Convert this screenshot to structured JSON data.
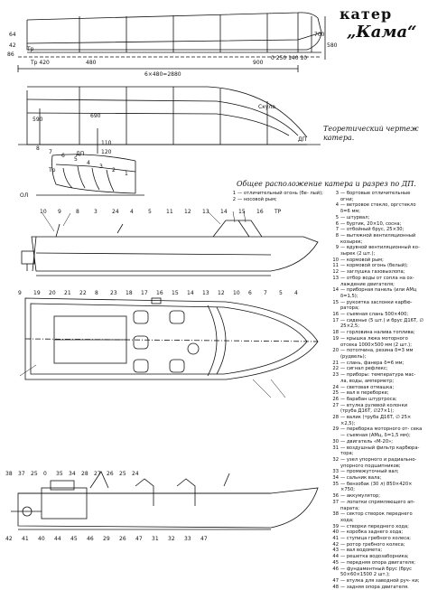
{
  "title": {
    "line1": "катер",
    "line2": "„Кама“"
  },
  "captions": {
    "theoretical": "Теоретический чертеж катера.",
    "general": "Общее расположение катера и разрез по ДП."
  },
  "dimensions": {
    "tr_420": "Тр 420",
    "d480": "480",
    "tr": "Тр",
    "d900": "900",
    "span": "6×480=2880",
    "lines_top_right": "0 250 140 10",
    "d_left": "86",
    "sec_64": "64",
    "sec_42": "42",
    "stern_vertical": "700",
    "bow_vertical": "580",
    "bow_hline": "Скула",
    "base_mark": "ДП",
    "sect_590": "590",
    "sect_690": "690",
    "sect_ddp": "ДП",
    "sect_110": "110",
    "sect_120": "120",
    "ol": "ОЛ",
    "dp_small": "ДП",
    "tr_small": "Тр"
  },
  "markers": {
    "body_plan": [
      "8",
      "7",
      "6",
      "5",
      "4",
      "3",
      "2",
      "1"
    ],
    "side_view": [
      "10",
      "9",
      "8",
      "3",
      "24",
      "4",
      "5",
      "11",
      "12",
      "13",
      "14",
      "15",
      "16",
      "ТР"
    ],
    "plan_view": [
      "9",
      "19",
      "20",
      "21",
      "22",
      "8",
      "23",
      "18",
      "17",
      "16",
      "15",
      "14",
      "13",
      "12",
      "10",
      "6",
      "7",
      "5",
      "4"
    ],
    "section_top": [
      "38",
      "37",
      "25",
      "0",
      "35",
      "34",
      "28",
      "27",
      "26",
      "25",
      "24"
    ],
    "section_bottom": [
      "42",
      "41",
      "40",
      "44",
      "45",
      "46",
      "29",
      "26",
      "47",
      "31",
      "32",
      "33",
      "47"
    ]
  },
  "legend_left": [
    {
      "n": "1",
      "t": "— отличительный огонь (бе- лый);"
    },
    {
      "n": "2",
      "t": "— носовой рым;"
    }
  ],
  "legend_right": [
    {
      "n": "3",
      "t": "— бортовые отличительные огни;"
    },
    {
      "n": "4",
      "t": "— ветровое стекло, оргстекло δ=6 мм;"
    },
    {
      "n": "5",
      "t": "— штурвал;"
    },
    {
      "n": "6",
      "t": "— буртик, 20×10, сосна;"
    },
    {
      "n": "7",
      "t": "— отбойный брус, 25×30;"
    },
    {
      "n": "8",
      "t": "— вытяжной вентиляционный козырек;"
    },
    {
      "n": "9",
      "t": "— вдувной вентиляционный ко- зырек (2 шт.);"
    },
    {
      "n": "10",
      "t": "— кормовой рым;"
    },
    {
      "n": "11",
      "t": "— кормовой огонь (белый);"
    },
    {
      "n": "12",
      "t": "— заглушка газовыхлопа;"
    },
    {
      "n": "13",
      "t": "— отбор воды от сопла на ох- лаждение двигателя;"
    },
    {
      "n": "14",
      "t": "— приборная панель (или АМц δ=1,5);"
    },
    {
      "n": "15",
      "t": "— рукоятка заслонки карбю- ратора;"
    },
    {
      "n": "16",
      "t": "— съемная слань 500×400;"
    },
    {
      "n": "17",
      "t": "— сиденье (5 шт.) и брус Д16Т, ∅ 25×2,5;"
    },
    {
      "n": "18",
      "t": "— горловина налива топлива;"
    },
    {
      "n": "19",
      "t": "— крышка люка моторного отсека 1000×500 мм (2 шт.);"
    },
    {
      "n": "20",
      "t": "— потопчина, резина δ=3 мм (рудвель);"
    },
    {
      "n": "21",
      "t": "— слань, фанера δ=6 мм;"
    },
    {
      "n": "22",
      "t": "— сигнал рефлекс;"
    },
    {
      "n": "23",
      "t": "— приборы: температура мас- ла, воды, амперметр;"
    },
    {
      "n": "24",
      "t": "— световая отмашка;"
    },
    {
      "n": "25",
      "t": "— вал в переборке;"
    },
    {
      "n": "26",
      "t": "— барабан штуртроса;"
    },
    {
      "n": "27",
      "t": "— втулка рулевой колонки (труба Д16Т, ∅27×1);"
    },
    {
      "n": "28",
      "t": "— валик (труба Д16Т, ∅ 25× ×2,5);"
    },
    {
      "n": "29",
      "t": "— переборка моторного от- сека — съемная (АМц, δ=1,5 мм);"
    },
    {
      "n": "30",
      "t": "— двигатель «М-20»;"
    },
    {
      "n": "31",
      "t": "— воздушный фильтр карбюра- тора;"
    },
    {
      "n": "32",
      "t": "— узел упорного и радиально- упорного подшипников;"
    },
    {
      "n": "33",
      "t": "— промежуточный вал;"
    },
    {
      "n": "34",
      "t": "— сальник вала;"
    },
    {
      "n": "35",
      "t": "— бензобак (30 л) 850×420× ×750;"
    },
    {
      "n": "36",
      "t": "— аккумулятор;"
    },
    {
      "n": "37",
      "t": "— лопатки спрямляющего ап- парата;"
    },
    {
      "n": "38",
      "t": "— сектор створок переднего хода;"
    },
    {
      "n": "39",
      "t": "— створки переднего хода;"
    },
    {
      "n": "40",
      "t": "— коробка заднего хода;"
    },
    {
      "n": "41",
      "t": "— ступица гребного колеса;"
    },
    {
      "n": "42",
      "t": "— ротор гребного колеса;"
    },
    {
      "n": "43",
      "t": "— вал водомета;"
    },
    {
      "n": "44",
      "t": "— решетка водозаборника;"
    },
    {
      "n": "45",
      "t": "— передняя опора двигателя;"
    },
    {
      "n": "46",
      "t": "— фундаментный брус (брус 50×60×1500 2 шт.);"
    },
    {
      "n": "47",
      "t": "— втулка для заводной руч- ки;"
    },
    {
      "n": "48",
      "t": "— задняя опора двигателя."
    }
  ]
}
